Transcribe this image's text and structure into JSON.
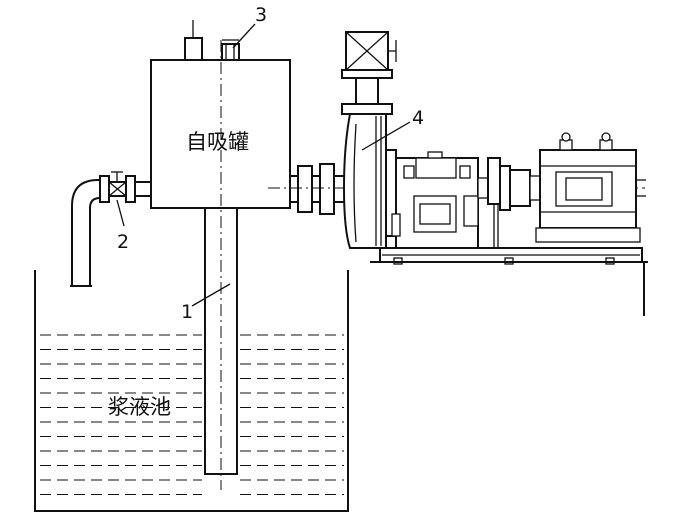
{
  "labels": {
    "tank": "自吸罐",
    "pool": "浆液池",
    "pipe_1": "1",
    "valve_2": "2",
    "vent_3": "3",
    "pump_4": "4"
  },
  "colors": {
    "line": "#111111",
    "background": "#ffffff"
  }
}
